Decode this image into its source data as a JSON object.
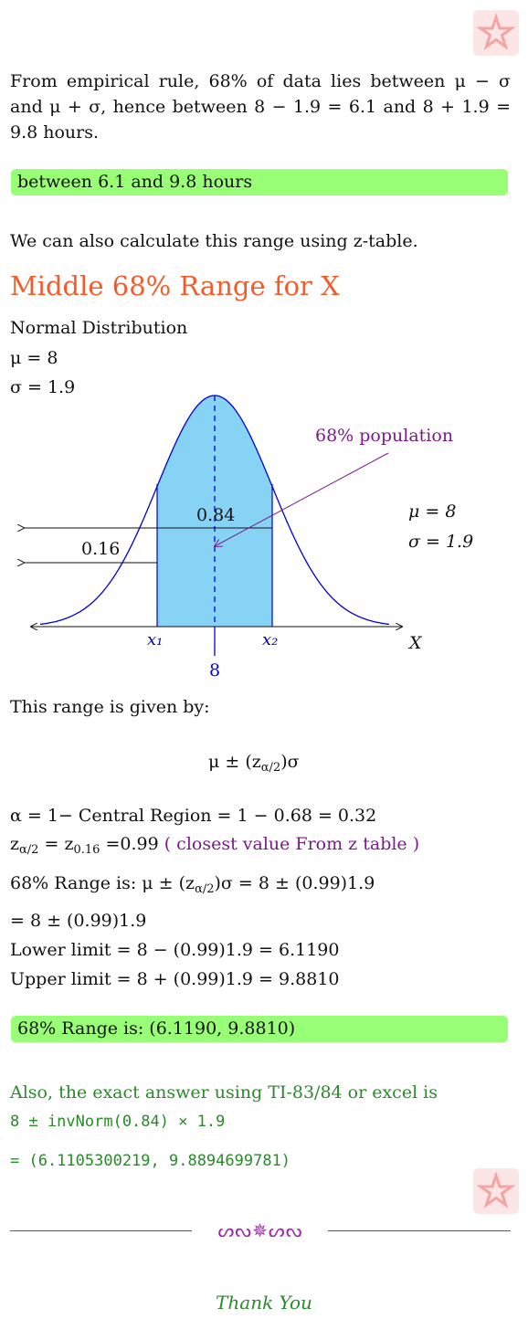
{
  "intro": {
    "paragraph": "From empirical rule, 68% of data lies between μ − σ and μ + σ, hence between 8 − 1.9 = 6.1 and 8 + 1.9 = 9.8 hours.",
    "answer1": "between 6.1 and 9.8 hours",
    "ztable_note": "We can also calculate this range using z-table."
  },
  "section": {
    "heading": "Middle 68% Range for X",
    "dist_name": "Normal Distribution",
    "mu_line": "μ = 8",
    "sigma_line": "σ = 1.9"
  },
  "figure": {
    "population_label": "68% population",
    "mu_label": "μ = 8",
    "sigma_label": "σ = 1.9",
    "upper_area": "0.84",
    "lower_area": "0.16",
    "x1_label": "x₁",
    "x2_label": "x₂",
    "axis_label": "X",
    "mean_label": "8"
  },
  "solution": {
    "range_given": "This range is given by:",
    "formula": "μ ± (z",
    "formula_sub": "α/2",
    "formula_end": ")σ",
    "alpha_line": "α = 1− Central Region = 1 − 0.68 = 0.32",
    "z_line_a": "z",
    "z_line_sub1": "α/2",
    "z_line_b": " = z",
    "z_line_sub2": "0.16",
    "z_line_c": " =0.99",
    "z_note": " ( closest value From z table )",
    "range_is_a": "68% Range is:  μ ± (z",
    "range_is_sub": "α/2",
    "range_is_b": ")σ = 8 ± (0.99)1.9",
    "eq_line": "= 8 ± (0.99)1.9",
    "lower_line": "Lower limit = 8 − (0.99)1.9 = 6.1190",
    "upper_line": "Upper limit = 8 + (0.99)1.9 = 9.8810",
    "answer2": "68% Range is:  (6.1190, 9.8810)"
  },
  "exact": {
    "line1": "Also, the exact answer using TI-83/84 or excel is",
    "line2": "8 ± invNorm(0.84) × 1.9",
    "line3": "= (6.1105300219, 9.8894699781)"
  },
  "footer": {
    "ornament": "ᔕᔓ✵ᔕᔓ",
    "thanks": "Thank You"
  },
  "colors": {
    "highlight": "#99ff77",
    "heading": "#f25c2b",
    "purple": "#7a1a8a",
    "green": "#2a8a2a",
    "curve": "#0000dd",
    "shade": "#87d3f5"
  }
}
